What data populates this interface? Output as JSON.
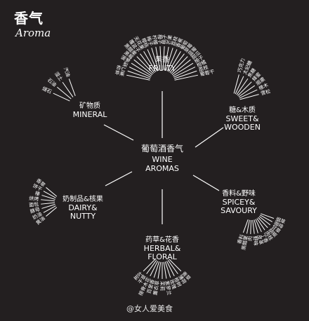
{
  "header": {
    "title_cn": "香气",
    "title_en": "Aroma"
  },
  "center": {
    "cn": "葡萄酒香气",
    "en1": "WINE",
    "en2": "AROMAS"
  },
  "categories": {
    "fruity": {
      "cn": "果香",
      "en": [
        "FRUITY"
      ]
    },
    "mineral": {
      "cn": "矿物质",
      "en": [
        "MINERAL"
      ]
    },
    "sweet": {
      "cn": "糖&木质",
      "en": [
        "SWEET&",
        "WOODEN"
      ]
    },
    "dairy": {
      "cn": "奶制品&核果",
      "en": [
        "DAIRY&",
        "NUTTY"
      ]
    },
    "spicey": {
      "cn": "香料&野味",
      "en": [
        "SPICEY&",
        "SAVOURY"
      ]
    },
    "herbal": {
      "cn": "药草&花香",
      "en": [
        "HERBAL&",
        "FLORAL"
      ]
    }
  },
  "leaves": {
    "fruity": [
      "苹果",
      "杏仁",
      "梨",
      "菠萝",
      "黑莓",
      "黑醋栗",
      "覆盆子",
      "无花果",
      "樱桃",
      "梅子",
      "柠檬",
      "橙子",
      "桃子",
      "芒果",
      "荔枝",
      "香蕉",
      "葡萄",
      "草莓",
      "蓝莓",
      "甜瓜",
      "柚子",
      "柑橘",
      "荔枝",
      "葡萄干"
    ],
    "mineral": [
      "燧石",
      "石油",
      "湿土",
      "汽油"
    ],
    "sweet": [
      "巧克力",
      "太妃糖",
      "焦糖",
      "蜂蜜",
      "烟熏",
      "橡木",
      "雪松"
    ],
    "dairy": [
      "黄油",
      "奶油",
      "酵母",
      "面包",
      "烘烤",
      "榛",
      "饼干",
      "香草"
    ],
    "spicey": [
      "烟草",
      "咖啡",
      "甘草",
      "胡椒",
      "肉桂",
      "丁香",
      "皮革",
      "野味",
      "肉",
      "黑醋栗",
      "香料"
    ],
    "herbal": [
      "青草",
      "薄荷",
      "桉树",
      "玫瑰",
      "紫罗兰",
      "茉莉",
      "薰衣草",
      "百里香",
      "接骨木花",
      "干草",
      "树叶"
    ]
  },
  "watermark": "@女人爱美食"
}
